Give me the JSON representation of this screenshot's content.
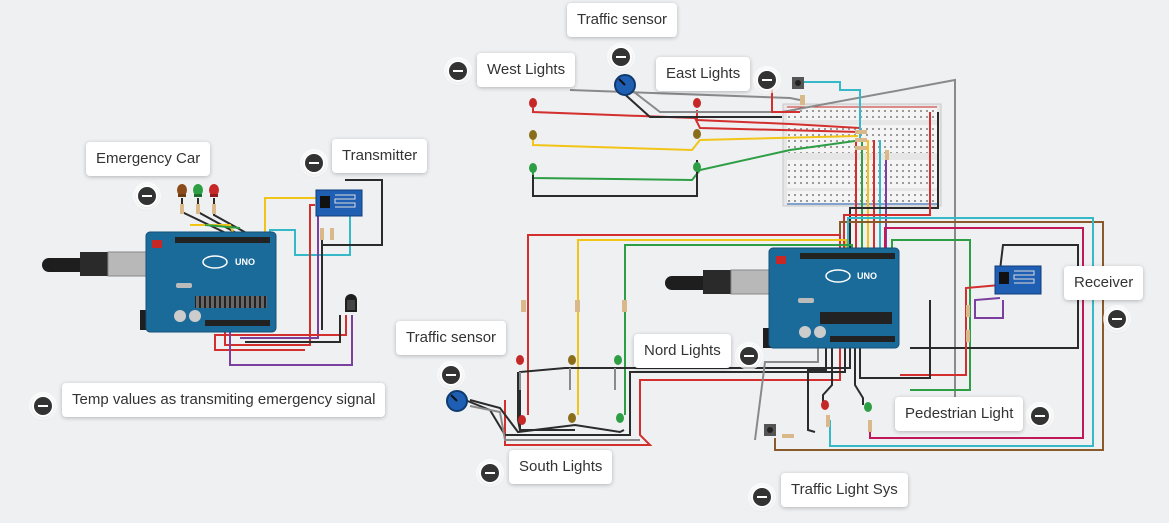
{
  "labels": {
    "traffic_sensor_top": "Traffic sensor",
    "west_lights": "West Lights",
    "east_lights": "East Lights",
    "emergency_car": "Emergency Car",
    "transmitter": "Transmitter",
    "receiver": "Receiver",
    "traffic_sensor_bottom": "Traffic sensor",
    "nord_lights": "Nord Lights",
    "pedestrian_light": "Pedestrian Light",
    "south_lights": "South Lights",
    "traffic_light_sys": "Traffic Light Sys",
    "temp_values": "Temp values as transmiting emergency signal"
  },
  "boards": {
    "left_logo": "UNO",
    "right_logo": "UNO"
  },
  "colors": {
    "background": "#eef0f2",
    "board": "#1b6b9a",
    "wire_red": "#d32f2f",
    "wire_black": "#2b2b2b",
    "wire_yellow": "#f2c418",
    "wire_green": "#2e9e44",
    "wire_cyan": "#35b8c8",
    "wire_brown": "#8a5a2b",
    "wire_purple": "#7b3fa0",
    "wire_pink": "#c2185b",
    "wire_gray": "#8a8a8a"
  }
}
